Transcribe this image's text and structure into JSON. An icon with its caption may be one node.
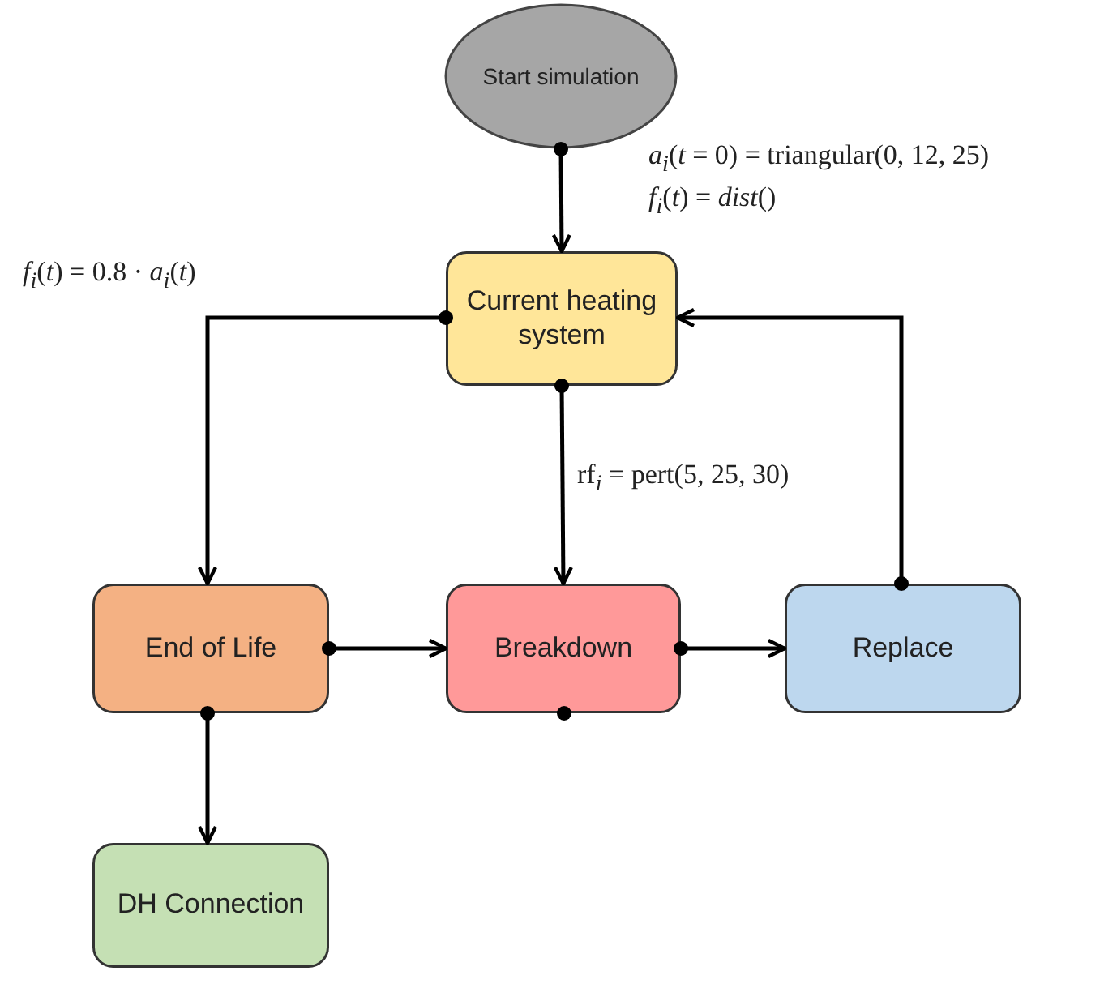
{
  "diagram": {
    "nodes": [
      {
        "text": [
          "Start simulation"
        ]
      },
      {
        "text": [
          "Current heating system"
        ]
      },
      {
        "text": [
          "End of Life"
        ]
      },
      {
        "text": [
          "Breakdown"
        ]
      },
      {
        "text": [
          "Replace"
        ]
      },
      {
        "text": [
          "DH Connection"
        ]
      }
    ],
    "edges": [
      {
        "from": 0,
        "to": 1,
        "arrow": "to"
      },
      {
        "from": 1,
        "to": 2,
        "arrow": "to"
      },
      {
        "from": 1,
        "to": 3,
        "arrow": "to"
      },
      {
        "from": 2,
        "to": 3,
        "arrow": "to"
      },
      {
        "from": 3,
        "to": 4,
        "arrow": "to"
      },
      {
        "from": 4,
        "to": 1,
        "arrow": "to"
      },
      {
        "from": 2,
        "to": 5,
        "arrow": "to"
      }
    ],
    "labels": [
      "*a*$_{i}$(*t* = 0) = triangular(0, 12, 25)",
      "*f*$_{i}$(*t*) = *dist*()",
      "*f*$_{i}$(*t*) = 0.8 · *a*$_{i}$(*t*)",
      "rf$_{i}$ = pert(5, 25, 30)"
    ]
  }
}
